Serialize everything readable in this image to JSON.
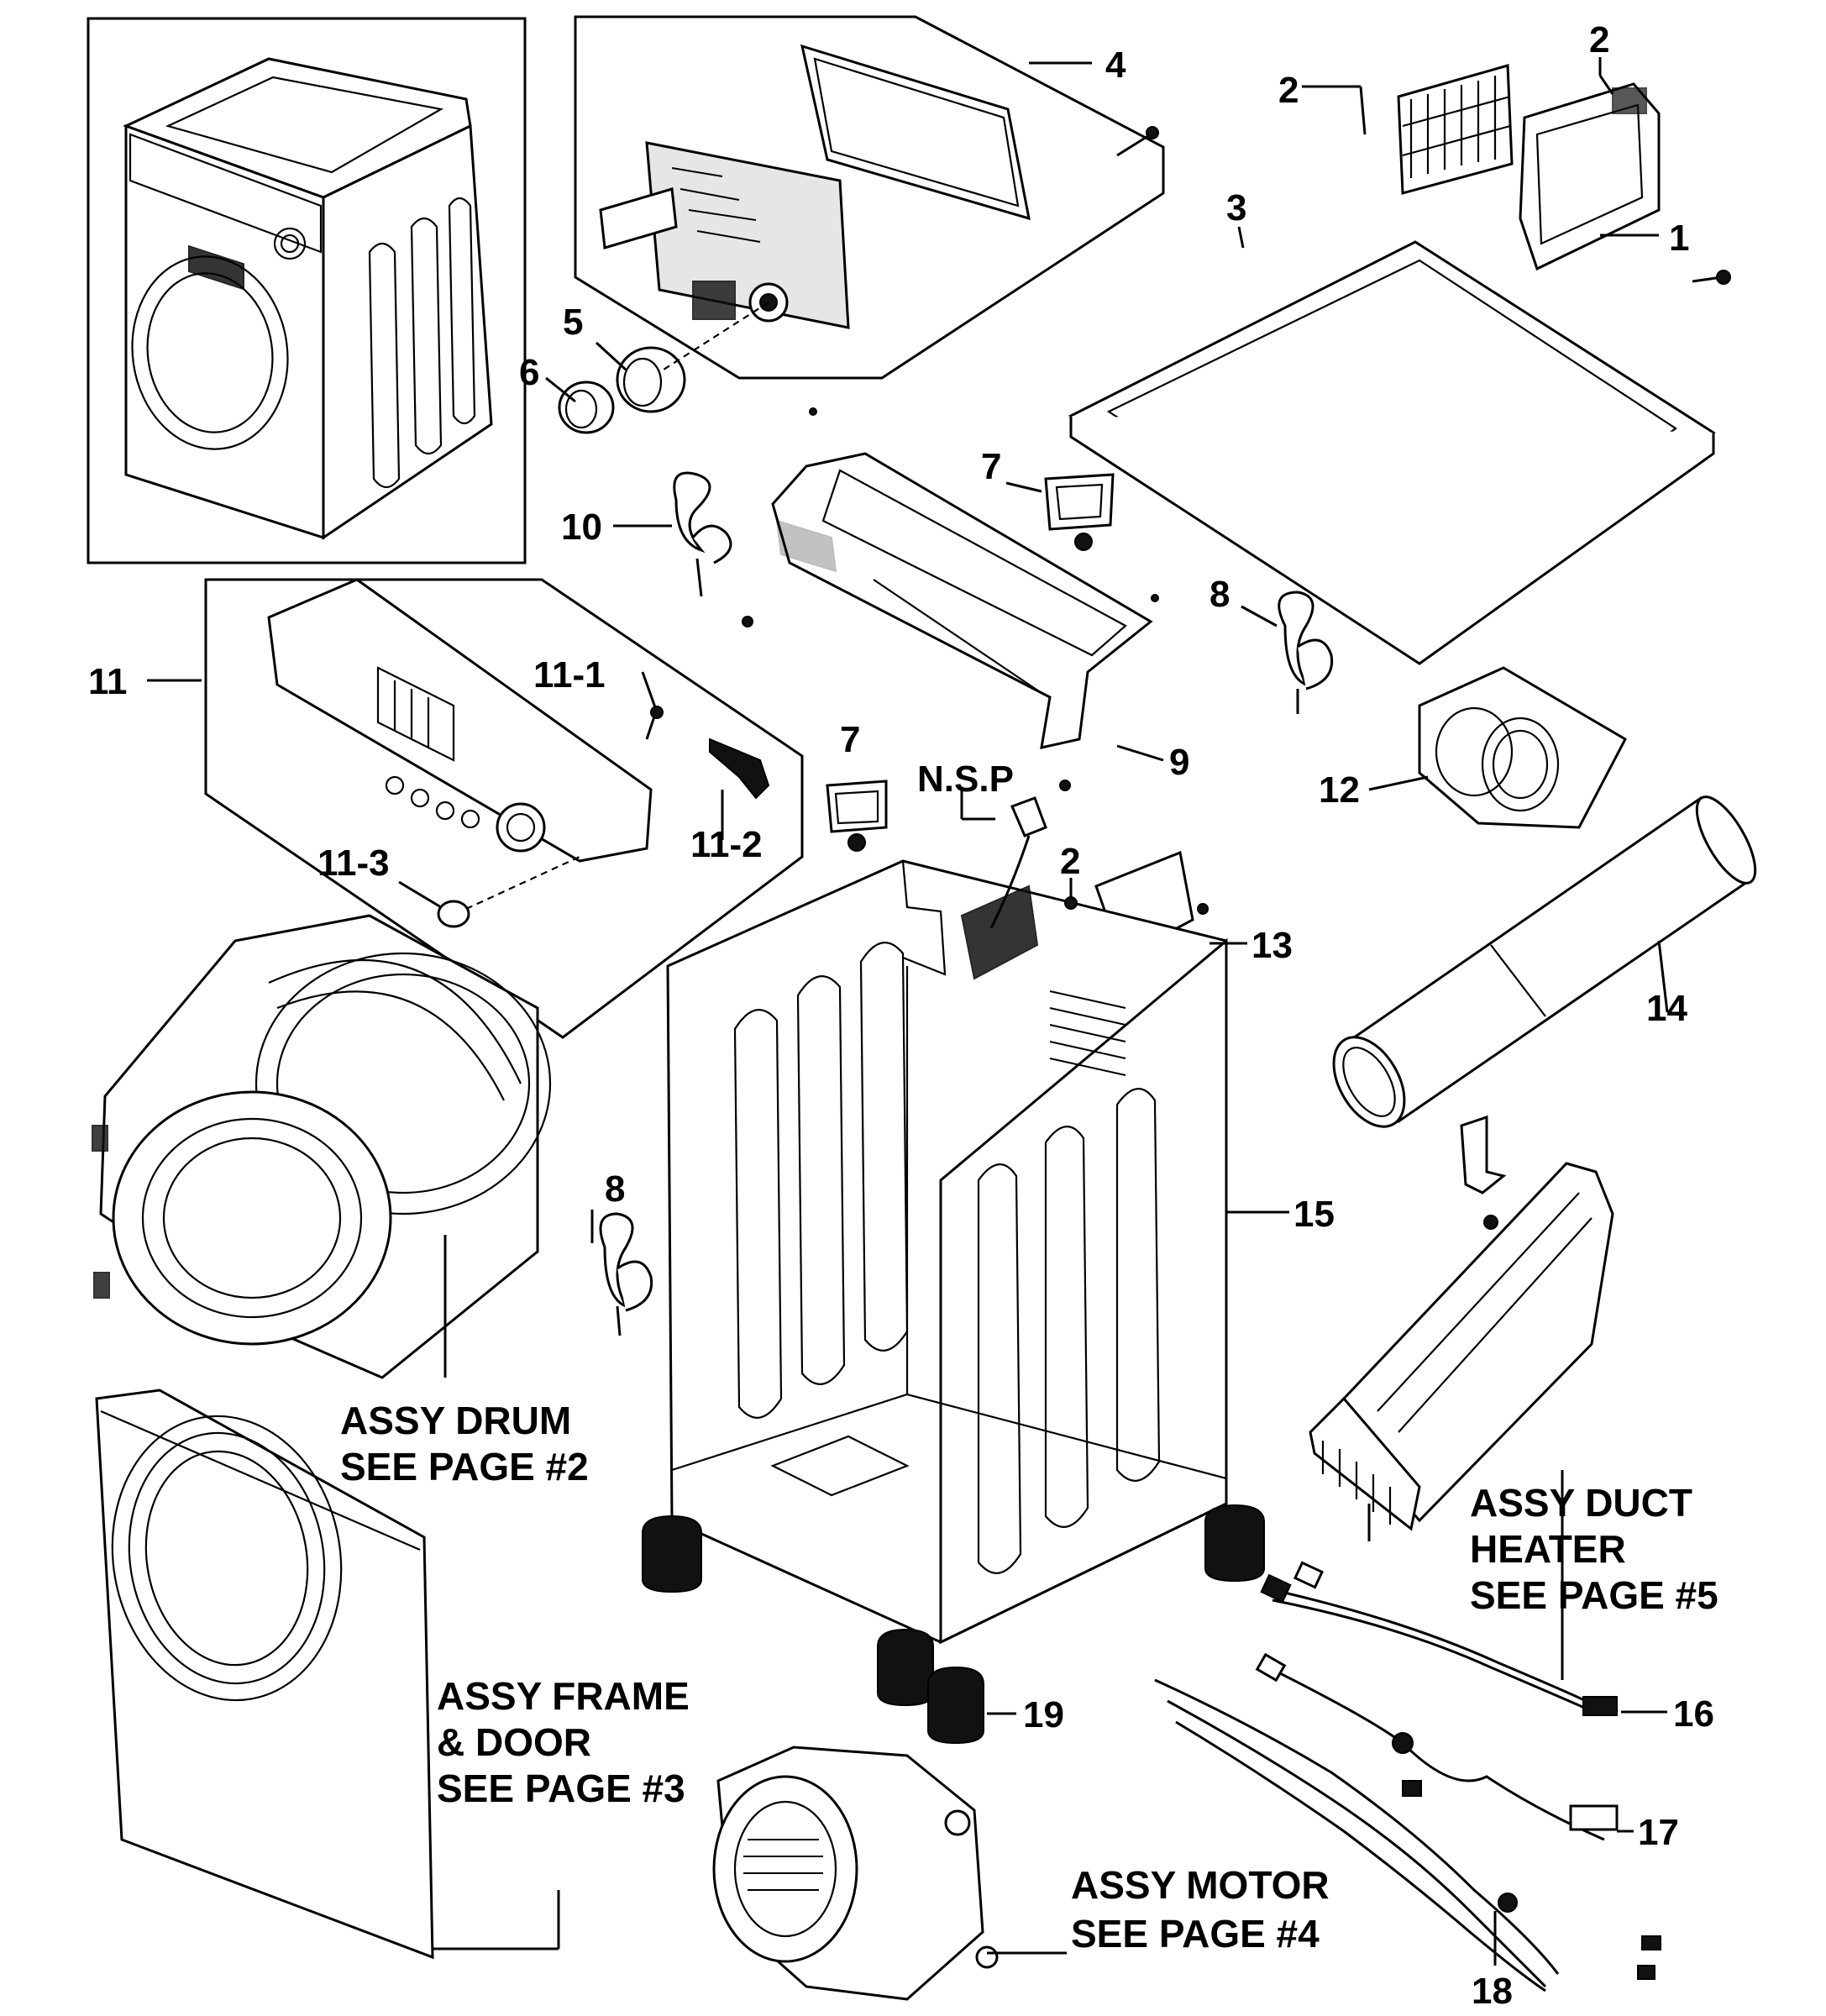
{
  "labels": {
    "p1": "1",
    "p2a": "2",
    "p2b": "2",
    "p2c": "2",
    "p3": "3",
    "p4": "4",
    "p5": "5",
    "p6": "6",
    "p7a": "7",
    "p7b": "7",
    "p8a": "8",
    "p8b": "8",
    "p9": "9",
    "p10": "10",
    "p11": "11",
    "p11_1": "11-1",
    "p11_2": "11-2",
    "p11_3": "11-3",
    "p12": "12",
    "p13": "13",
    "p14": "14",
    "p15": "15",
    "p16": "16",
    "p17": "17",
    "p18": "18",
    "p19": "19",
    "nsp": "N.S.P"
  },
  "assemblies": {
    "drum": [
      "ASSY DRUM",
      "SEE PAGE #2"
    ],
    "frame_door": [
      "ASSY FRAME",
      "& DOOR",
      "SEE PAGE #3"
    ],
    "motor": [
      "ASSY MOTOR",
      "SEE PAGE #4"
    ],
    "duct_heater": [
      "ASSY DUCT",
      "HEATER",
      "SEE PAGE #5"
    ]
  }
}
